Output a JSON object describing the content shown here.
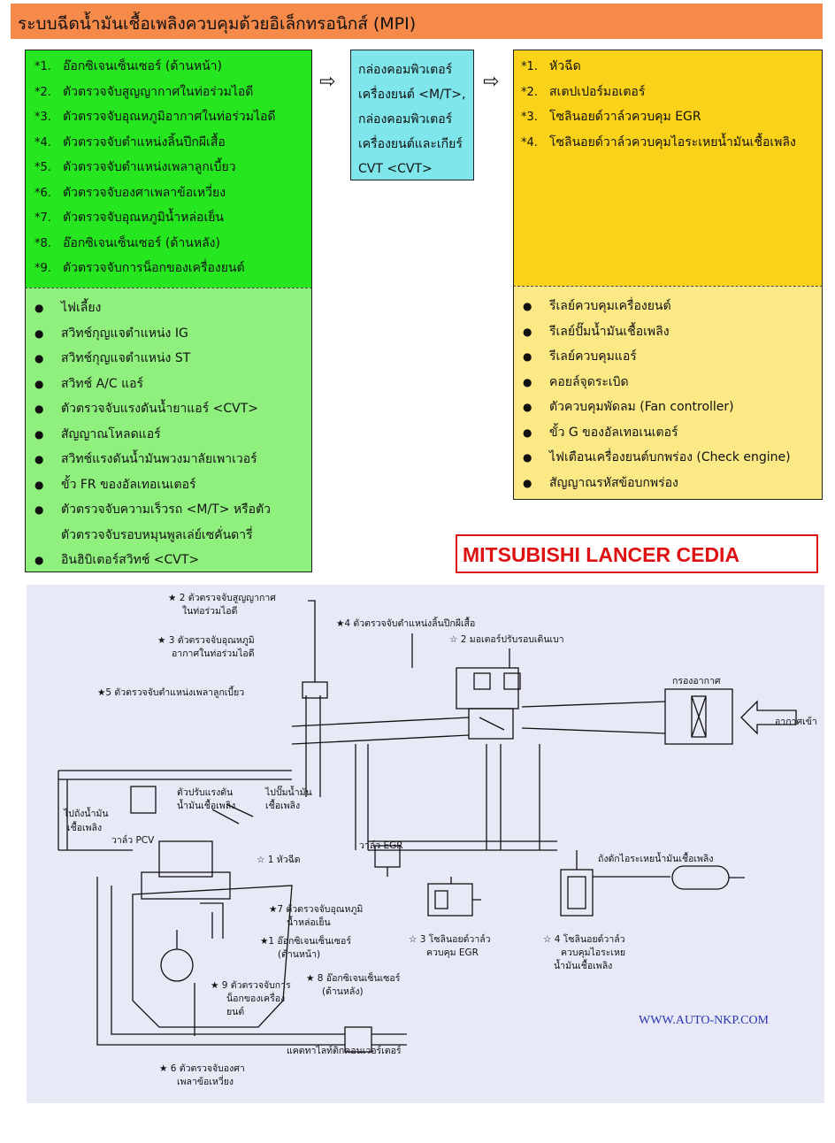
{
  "title": "ระบบฉีดน้ำมันเชื้อเพลิงควบคุมด้วยอิเล็กทรอนิกส์ (MPI)",
  "inputs_primary": [
    {
      "num": "*1.",
      "label": "อ๊อกซิเจนเซ็นเซอร์ (ด้านหน้า)"
    },
    {
      "num": "*2.",
      "label": "ตัวตรวจจับสูญญากาศในท่อร่วมไอดี"
    },
    {
      "num": "*3.",
      "label": "ตัวตรวจจับอุณหภูมิอากาศในท่อร่วมไอดี"
    },
    {
      "num": "*4.",
      "label": "ตัวตรวจจับตำแหน่งลิ้นปีกผีเสื้อ"
    },
    {
      "num": "*5.",
      "label": "ตัวตรวจจับตำแหน่งเพลาลูกเบี้ยว"
    },
    {
      "num": "*6.",
      "label": "ตัวตรวจจับองศาเพลาข้อเหวี่ยง"
    },
    {
      "num": "*7.",
      "label": "ตัวตรวจจับอุณหภูมิน้ำหล่อเย็น"
    },
    {
      "num": "*8.",
      "label": "อ๊อกซิเจนเซ็นเซอร์ (ด้านหลัง)"
    },
    {
      "num": "*9.",
      "label": "ตัวตรวจจับการน็อกของเครื่องยนต์"
    }
  ],
  "inputs_secondary": [
    "ไฟเลี้ยง",
    "สวิทช์กุญแจตำแหน่ง IG",
    "สวิทช์กุญแจตำแหน่ง ST",
    "สวิทช์ A/C แอร์",
    "ตัวตรวจจับแรงดันน้ำยาแอร์ <CVT>",
    "สัญญาณโหลดแอร์",
    "สวิทช์แรงดันน้ำมันพวงมาลัยเพาเวอร์",
    "ขั้ว FR ของอัลเทอเนเตอร์",
    "ตัวตรวจจับความเร็วรถ <M/T> หรือตัว",
    "ตัวตรวจจับรอบหมุนพูลเล่ย์เซคั่นดารี่",
    "อินฮิบิเตอร์สวิทช์ <CVT>"
  ],
  "computer_lines": [
    "กล่องคอมพิวเตอร์",
    "เครื่องยนต์ <M/T>,",
    "กล่องคอมพิวเตอร์",
    "เครื่องยนต์และเกียร์",
    "CVT <CVT>"
  ],
  "arrow_glyph": "⇨",
  "outputs_primary": [
    {
      "num": "*1.",
      "label": "หัวฉีด"
    },
    {
      "num": "*2.",
      "label": "สเตปเปอร์มอเตอร์"
    },
    {
      "num": "*3.",
      "label": "โซลินอยด์วาล์วควบคุม EGR"
    },
    {
      "num": "*4.",
      "label": "โซลินอยด์วาล์วควบคุมไอระเหยน้ำมันเชื้อเพลิง"
    }
  ],
  "outputs_secondary": [
    "รีเลย์ควบคุมเครื่องยนต์",
    "รีเลย์ปั๊มน้ำมันเชื้อเพลิง",
    "รีเลย์ควบคุมแอร์",
    "คอยล์จุดระเบิด",
    "ตัวควบคุมพัดลม (Fan controller)",
    "ขั้ว G ของอัลเทอเนเตอร์",
    "ไฟเตือนเครื่องยนต์บกพร่อง (Check engine)",
    "สัญญาณรหัสข้อบกพร่อง"
  ],
  "bullet_glyph": "●",
  "brand": "MITSUBISHI LANCER CEDIA",
  "diagram": {
    "labels": {
      "s2a": "★ 2 ตัวตรวจจับสูญญากาศ",
      "s2b": "ในท่อร่วมไอดี",
      "s3a": "★ 3 ตัวตรวจจับอุณหภูมิ",
      "s3b": "อากาศในท่อร่วมไอดี",
      "s4": "★4 ตัวตรวจจับตำแหน่งลิ้นปีกผีเสื้อ",
      "m2": "☆ 2 มอเตอร์ปรับรอบเดินเบา",
      "air_filter": "กรองอากาศ",
      "air_in": "อากาศเข้า",
      "s5": "★5 ตัวตรวจจับตำแหน่งเพลาลูกเบี้ยว",
      "reg1": "ตัวปรับแรงดัน",
      "reg2": "น้ำมันเชื้อเพลิง",
      "pump1": "ไปปั๊มน้ำมัน",
      "pump2": "เชื้อเพลิง",
      "tank1": "ไปถังน้ำมัน",
      "tank2": "เชื้อเพลิง",
      "pcv": "วาล์ว PCV",
      "inj": "☆ 1 หัวฉีด",
      "egr": "วาล์ว EGR",
      "canister": "ถังดักไอระเหยน้ำมันเชื้อเพลิง",
      "s7a": "★7 ตัวตรวจจับอุณหภูมิ",
      "s7b": "น้ำหล่อเย็น",
      "s1a": "★1 อ๊อกซิเจนเซ็นเซอร์",
      "s1b": "(ด้านหน้า)",
      "sol3a": "☆ 3 โซลินอยด์วาล์ว",
      "sol3b": "ควบคุม EGR",
      "sol4a": "☆ 4 โซลินอยด์วาล์ว",
      "sol4b": "ควบคุมไอระเหย",
      "sol4c": "น้ำมันเชื้อเพลิง",
      "s9a": "★ 9 ตัวตรวจจับการ",
      "s9b": "น็อกของเครื่อง",
      "s9c": "ยนต์",
      "s8a": "★ 8 อ๊อกซิเจนเซ็นเซอร์",
      "s8b": "(ด้านหลัง)",
      "cat": "แคตทาไลท์ติกคอนเวอร์เตอร์",
      "s6a": "★ 6 ตัวตรวจจับองศา",
      "s6b": "เพลาข้อเหวี่ยง"
    },
    "url": "WWW.AUTO-NKP.COM"
  }
}
